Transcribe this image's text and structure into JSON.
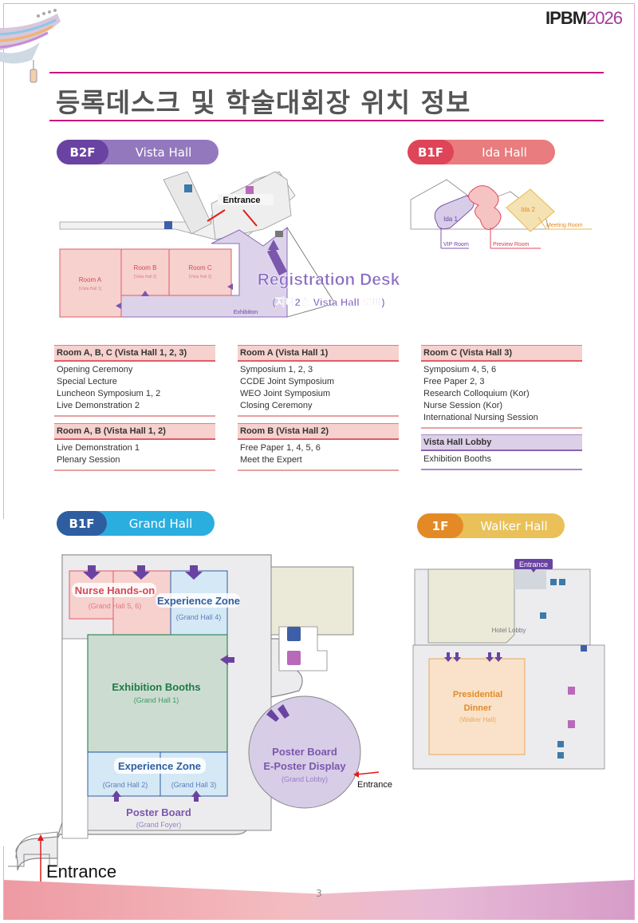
{
  "logo": {
    "brand": "IPBM",
    "year": "2026"
  },
  "page_title": "등록데스크 및 학술대회장 위치 정보",
  "colors": {
    "accent_rule": "#c8157e",
    "vista": "#7b57ad",
    "ida": "#e04a5b",
    "grand": "#2f5ea0",
    "walker": "#e38a27",
    "entrance_arrow": "#e31b1b"
  },
  "floors": {
    "vista": {
      "level": "B2F",
      "name": "Vista Hall"
    },
    "ida": {
      "level": "B1F",
      "name": "Ida Hall"
    },
    "grand": {
      "level": "B1F",
      "name": "Grand Hall"
    },
    "walker": {
      "level": "1F",
      "name": "Walker Hall"
    }
  },
  "vista_map": {
    "entrance": "Entrance",
    "rooms": [
      {
        "name": "Room A",
        "sub": "[Vista Hall 1]"
      },
      {
        "name": "Room B",
        "sub": "[Vista Hall 2]"
      },
      {
        "name": "Room C",
        "sub": "[Vista Hall 3]"
      }
    ],
    "exhibition": "Exhibition",
    "registration": "Registration Desk",
    "registration_sub": "(지하2층 Vista Hall 로비)"
  },
  "ida_map": {
    "ida1": "Ida 1",
    "ida2": "Ida 2",
    "vip_room": "VIP Room",
    "preview_room": "Preview Room",
    "meeting_room": "Meeting Room"
  },
  "tables": [
    {
      "title": "Room A, B, C (Vista Hall 1, 2, 3)",
      "items": [
        "Opening Ceremony",
        "Special Lecture",
        "Luncheon Symposium 1, 2",
        "Live Demonstration 2"
      ]
    },
    {
      "title": "Room A, B (Vista Hall 1, 2)",
      "items": [
        "Live Demonstration 1",
        "Plenary Session"
      ]
    },
    {
      "title": "Room A (Vista Hall 1)",
      "items": [
        "Symposium 1, 2, 3",
        "CCDE Joint Symposium",
        "WEO Joint Symposium",
        "Closing Ceremony"
      ]
    },
    {
      "title": "Room B (Vista Hall 2)",
      "items": [
        "Free Paper 1, 4, 5, 6",
        "Meet the Expert"
      ]
    },
    {
      "title": "Room C (Vista Hall 3)",
      "items": [
        "Symposium 4, 5, 6",
        "Free Paper 2, 3",
        "Research Colloquium (Kor)",
        "Nurse Session (Kor)",
        "International Nursing Session"
      ]
    },
    {
      "title": "Vista Hall Lobby",
      "items": [
        "Exhibition Booths"
      ]
    }
  ],
  "grand_map": {
    "nurse": "Nurse Hands-on",
    "nurse_sub": "(Grand Hall 5, 6)",
    "exp_top": "Experience Zone",
    "exp_top_sub": "(Grand Hall 4)",
    "exhibition": "Exhibition Booths",
    "exhibition_sub": "(Grand Hall 1)",
    "exp_bottom": "Experience Zone",
    "exp_bottom_sub_left": "(Grand Hall 2)",
    "exp_bottom_sub_right": "(Grand Hall 3)",
    "poster": "Poster Board",
    "poster_sub": "(Grand Foyer)",
    "lobby_line1": "Poster Board",
    "lobby_line2": "E-Poster Display",
    "lobby_sub": "(Grand Lobby)",
    "entrance_right": "Entrance",
    "entrance_bottom": "Entrance"
  },
  "walker_map": {
    "entrance": "Entrance",
    "hotel_lobby": "Hotel Lobby",
    "dinner_line1": "Presidential",
    "dinner_line2": "Dinner",
    "dinner_sub": "(Walker Hall)"
  },
  "page_number": "3"
}
